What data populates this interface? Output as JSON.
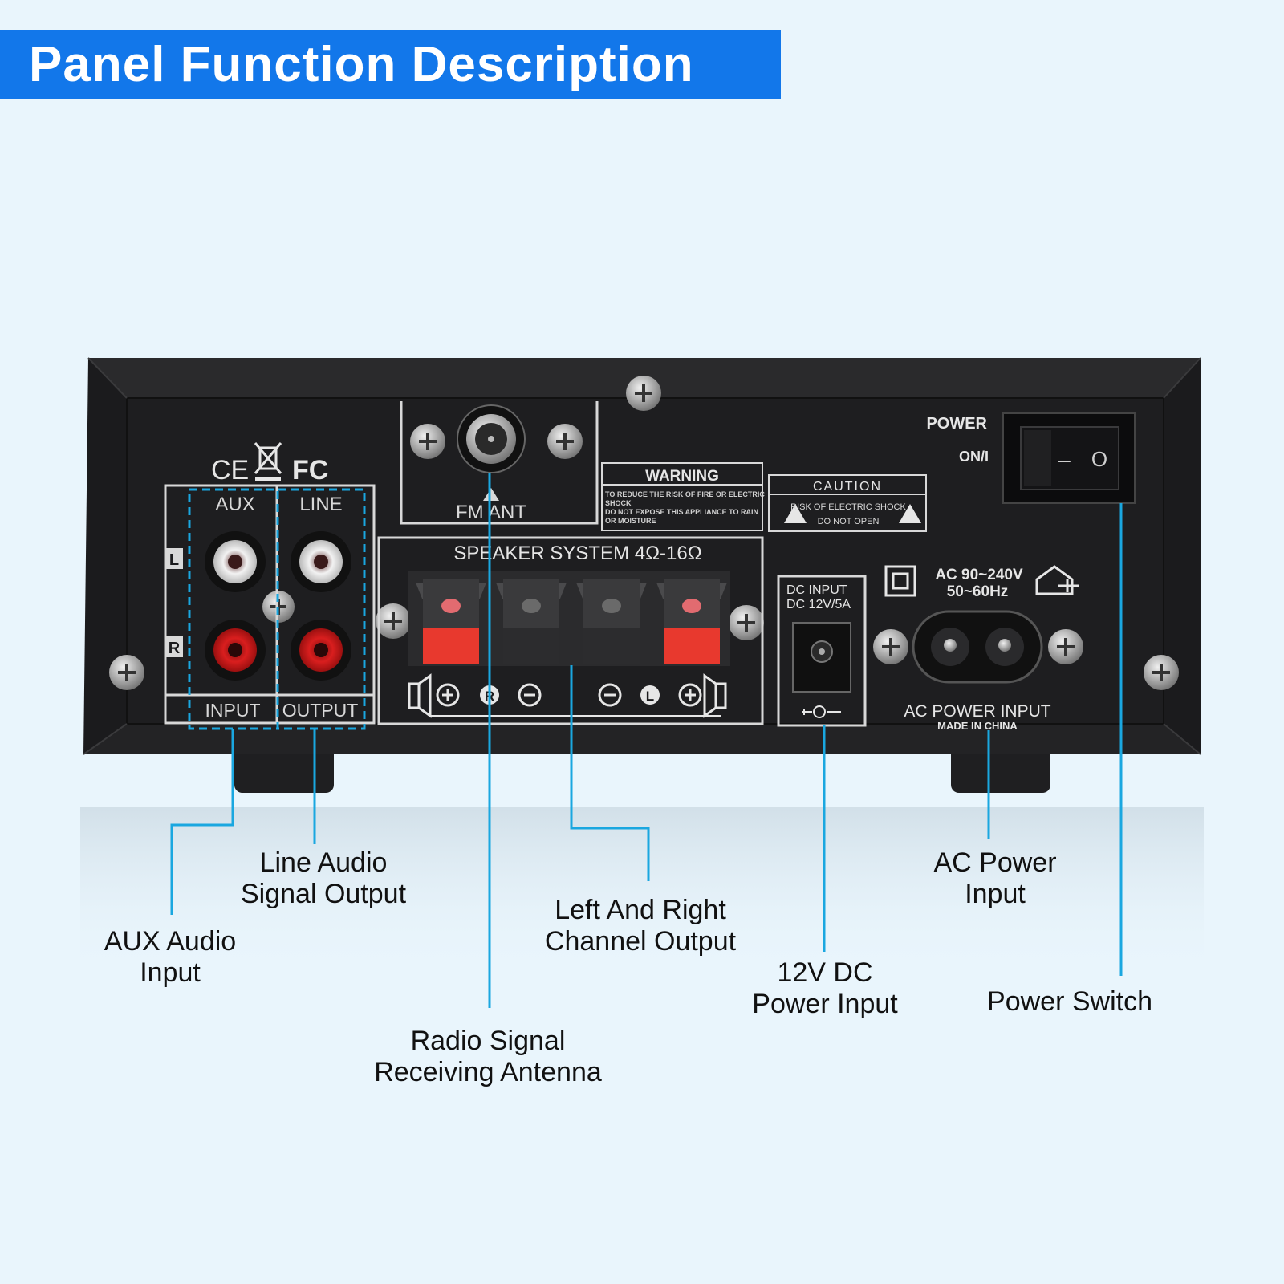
{
  "title": "Panel Function Description",
  "colors": {
    "banner": "#1277ea",
    "background": "#e9f5fc",
    "chassis": "#1b1b1d",
    "panel_line": "#d8d8d8",
    "callout_line": "#1aa7e0",
    "terminal_red": "#e8392e",
    "terminal_black": "#2c2c2e"
  },
  "panel": {
    "cert_marks": {
      "ce": "CE",
      "fc": "FC"
    },
    "aux_label": "AUX",
    "line_label": "LINE",
    "channel_left": "L",
    "channel_right": "R",
    "input_label": "INPUT",
    "output_label": "OUTPUT",
    "fm_ant_label": "FM ANT",
    "speaker_system_label": "SPEAKER SYSTEM 4Ω-16Ω",
    "speaker_r": "R",
    "speaker_l": "L",
    "warning": {
      "title": "WARNING",
      "line1": "TO REDUCE THE RISK OF FIRE OR ELECTRIC",
      "line2": "SHOCK",
      "line3": "DO NOT EXPOSE THIS APPLIANCE TO RAIN",
      "line4": "OR MOISTURE"
    },
    "caution": {
      "title": "CAUTION",
      "line1": "RISK OF ELECTRIC SHOCK",
      "line2": "DO NOT OPEN"
    },
    "power_label": "POWER",
    "on_label": "ON/I",
    "switch_off_symbol": "–",
    "switch_on_symbol": "O",
    "dc_input_line1": "DC INPUT",
    "dc_input_line2": "DC 12V/5A",
    "ac_rating_line1": "AC 90~240V",
    "ac_rating_line2": "50~60Hz",
    "ac_power_input_label": "AC POWER INPUT",
    "made_in": "MADE IN CHINA"
  },
  "callouts": {
    "aux_input": {
      "line1": "AUX Audio",
      "line2": "Input"
    },
    "line_output": {
      "line1": "Line Audio",
      "line2": "Signal Output"
    },
    "antenna": {
      "line1": "Radio Signal",
      "line2": "Receiving Antenna"
    },
    "speaker_output": {
      "line1": "Left And Right",
      "line2": "Channel Output"
    },
    "dc_input": {
      "line1": "12V DC",
      "line2": "Power Input"
    },
    "ac_input": {
      "line1": "AC Power",
      "line2": "Input"
    },
    "power_switch": {
      "line1": "Power Switch"
    }
  }
}
